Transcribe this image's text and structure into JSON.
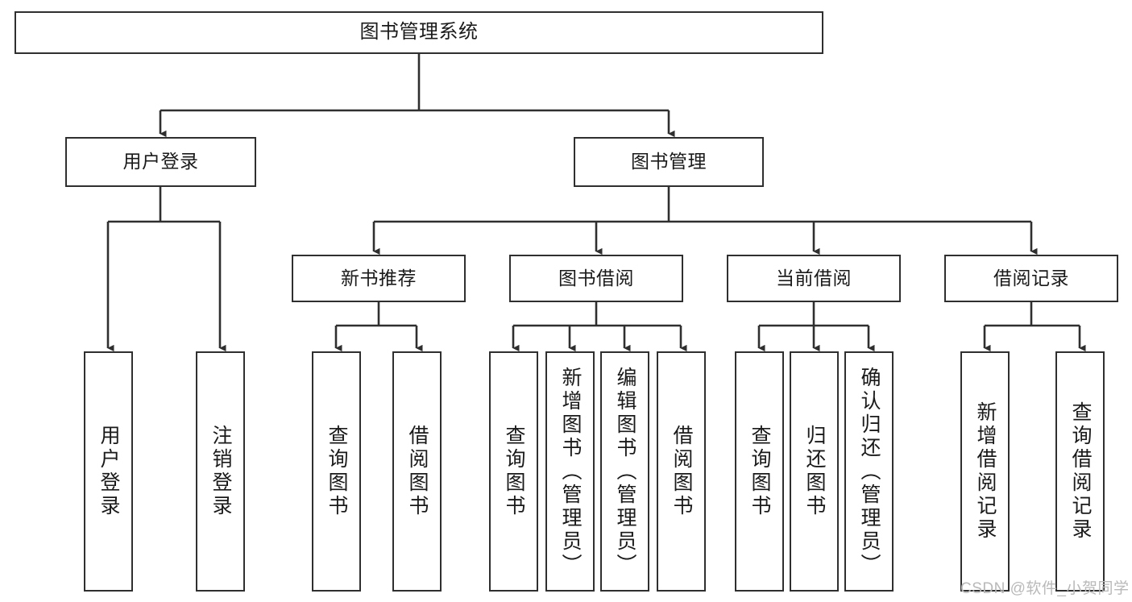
{
  "diagram": {
    "title_text": "图书管理系统",
    "orientation": "top-down tree",
    "levels": 4
  },
  "nodes": {
    "root": {
      "label": "图书管理系统"
    },
    "level2": [
      {
        "id": "user-login",
        "label": "用户登录"
      },
      {
        "id": "book-management",
        "label": "图书管理"
      }
    ],
    "level3": [
      {
        "id": "new-book-recommend",
        "label": "新书推荐"
      },
      {
        "id": "book-borrow",
        "label": "图书借阅"
      },
      {
        "id": "current-borrow",
        "label": "当前借阅"
      },
      {
        "id": "borrow-record",
        "label": "借阅记录"
      }
    ],
    "leaves": {
      "user_login": [
        {
          "id": "leaf-user-login",
          "label": "用户登录"
        },
        {
          "id": "leaf-logout-login",
          "label": "注销登录"
        }
      ],
      "new_book_recommend": [
        {
          "id": "leaf-query-book-1",
          "label": "查询图书"
        },
        {
          "id": "leaf-borrow-book-1",
          "label": "借阅图书"
        }
      ],
      "book_borrow": [
        {
          "id": "leaf-query-book-2",
          "label": "查询图书"
        },
        {
          "id": "leaf-add-book",
          "label": "新增图书（管理员）"
        },
        {
          "id": "leaf-edit-book",
          "label": "编辑图书（管理员）"
        },
        {
          "id": "leaf-borrow-book-2",
          "label": "借阅图书"
        }
      ],
      "current_borrow": [
        {
          "id": "leaf-query-book-3",
          "label": "查询图书"
        },
        {
          "id": "leaf-return-book",
          "label": "归还图书"
        },
        {
          "id": "leaf-confirm-return",
          "label": "确认归还（管理员）"
        }
      ],
      "borrow_record": [
        {
          "id": "leaf-add-record",
          "label": "新增借阅记录"
        },
        {
          "id": "leaf-query-record",
          "label": "查询借阅记录"
        }
      ]
    }
  },
  "watermark": {
    "text": "CSDN @软件_小贺同学"
  },
  "colors": {
    "border": "#2f2f2f",
    "background": "#ffffff",
    "text": "#1a1a1a",
    "watermark": "#b9b9b9"
  }
}
